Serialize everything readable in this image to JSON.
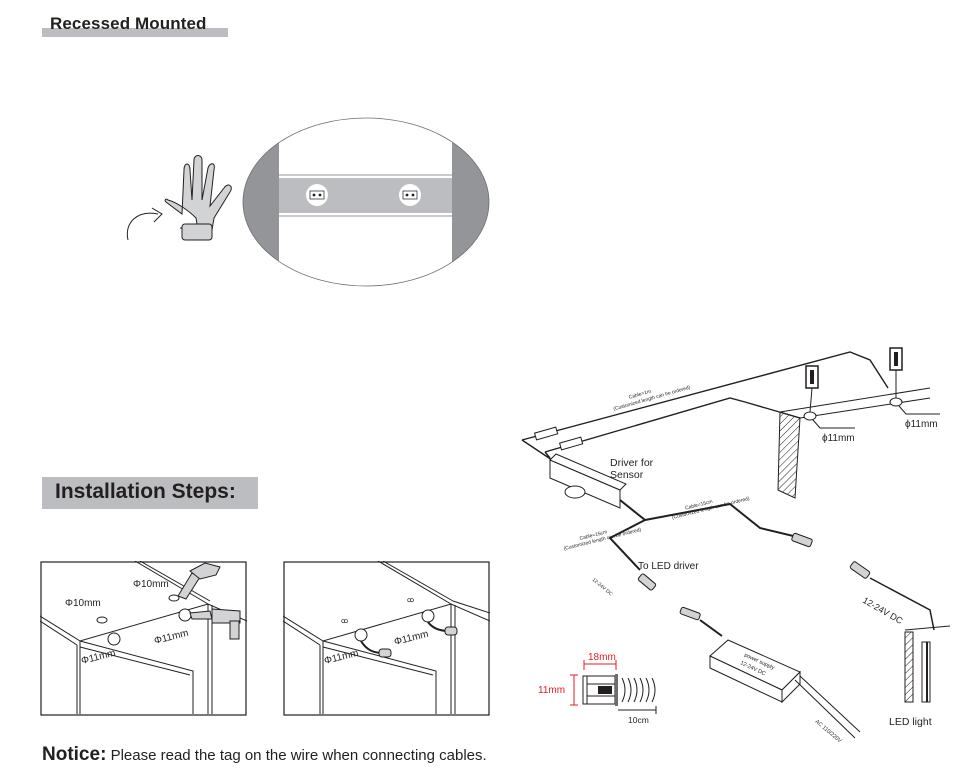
{
  "sections": {
    "recessed_title": "Recessed Mounted",
    "install_title": "Installation Steps:"
  },
  "notice": {
    "label": "Notice:",
    "text": "Please read the tag on the wire when connecting cables."
  },
  "step1": {
    "hole_top_label": "Φ10mm",
    "hole_left_label": "Φ10mm",
    "hole_front_left_label": "Φ11mm",
    "hole_front_right_label": "Φ11mm"
  },
  "step2": {
    "hole_front_left_label": "Φ11mm",
    "hole_front_right_label": "Φ11mm"
  },
  "wiring": {
    "cable_long_label": "Cable=1m",
    "cable_long_value": "1m",
    "cable_long_note": "(Customized length can be ordered)",
    "cable_short_a_label": "Cable=15cm",
    "cable_short_a_note": "(Customized length can be ordered)",
    "cable_short_b_label": "Cable=15cm",
    "cable_short_b_note": "(Customized length can be ordered)",
    "hole_label_1": "ϕ11mm",
    "hole_label_2": "ϕ11mm",
    "driver_label_line1": "Driver for",
    "driver_label_line2": "Sensor",
    "to_led_driver": "To LED driver",
    "voltage_in": "12-24V DC",
    "voltage_out": "12-24V DC",
    "power_supply_line1": "power supply",
    "power_supply_line2": "12-24V DC",
    "ac_input": "AC 110/220V",
    "led_light": "LED light"
  },
  "sensor_dims": {
    "length": "18mm",
    "diameter": "11mm",
    "range": "10cm"
  },
  "colors": {
    "header_bar": "#bcbdc0",
    "accent_red": "#e31e24",
    "panel_gray": "#939598",
    "strip_gray": "#bcbdc0"
  }
}
